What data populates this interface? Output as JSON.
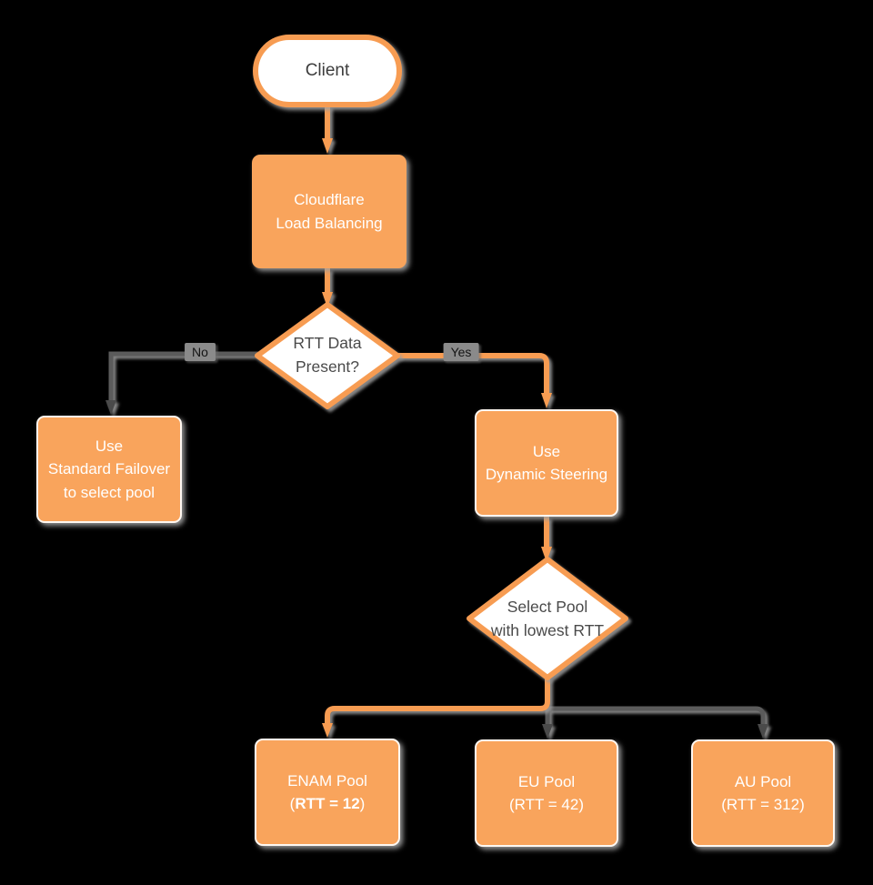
{
  "diagram": {
    "colors": {
      "orange": "#F9A45C",
      "orange_line": "#F79C52",
      "gray_line": "#5B5B5B",
      "arrow_gray": "#4A4A4A",
      "node_text_light": "#FFFFFF",
      "node_text_dark": "#4A4A4A",
      "label_bg": "#8A8A8A",
      "label_text": "#141414",
      "shadow": "#9E9E9E",
      "background": "#000000",
      "white": "#FFFFFF"
    },
    "nodes": {
      "client": {
        "label": "Client"
      },
      "load_balancing": {
        "line1": "Cloudflare",
        "line2": "Load Balancing"
      },
      "rtt_decision": {
        "line1": "RTT Data",
        "line2": "Present?"
      },
      "standard_failover": {
        "line1": "Use",
        "line2": "Standard Failover",
        "line3": "to select pool"
      },
      "dynamic_steering": {
        "line1": "Use",
        "line2": "Dynamic Steering"
      },
      "select_pool_decision": {
        "line1": "Select Pool",
        "line2": "with lowest RTT"
      },
      "enam_pool": {
        "line1": "ENAM Pool",
        "line2_prefix": "(",
        "line2_bold": "RTT = 12",
        "line2_suffix": ")"
      },
      "eu_pool": {
        "line1": "EU Pool",
        "line2": "(RTT = 42)"
      },
      "au_pool": {
        "line1": "AU Pool",
        "line2": "(RTT = 312)"
      }
    },
    "edge_labels": {
      "no": "No",
      "yes": "Yes"
    }
  }
}
